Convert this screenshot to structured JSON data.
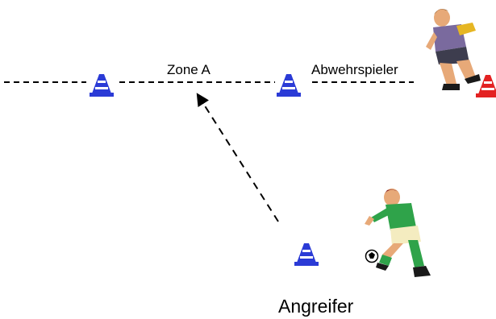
{
  "labels": {
    "zone": "Zone A",
    "defender": "Abwehrspieler",
    "attacker": "Angreifer"
  },
  "colors": {
    "cone_blue": "#2b3bd6",
    "cone_red": "#e32222",
    "line": "#000000",
    "defender_shirt": "#7a6a9e",
    "attacker_shirt": "#2fa34a",
    "attacker_shorts": "#f4ecc0"
  },
  "icons": [
    "traffic-cone-icon",
    "soccer-player-icon",
    "soccer-ball-icon"
  ]
}
